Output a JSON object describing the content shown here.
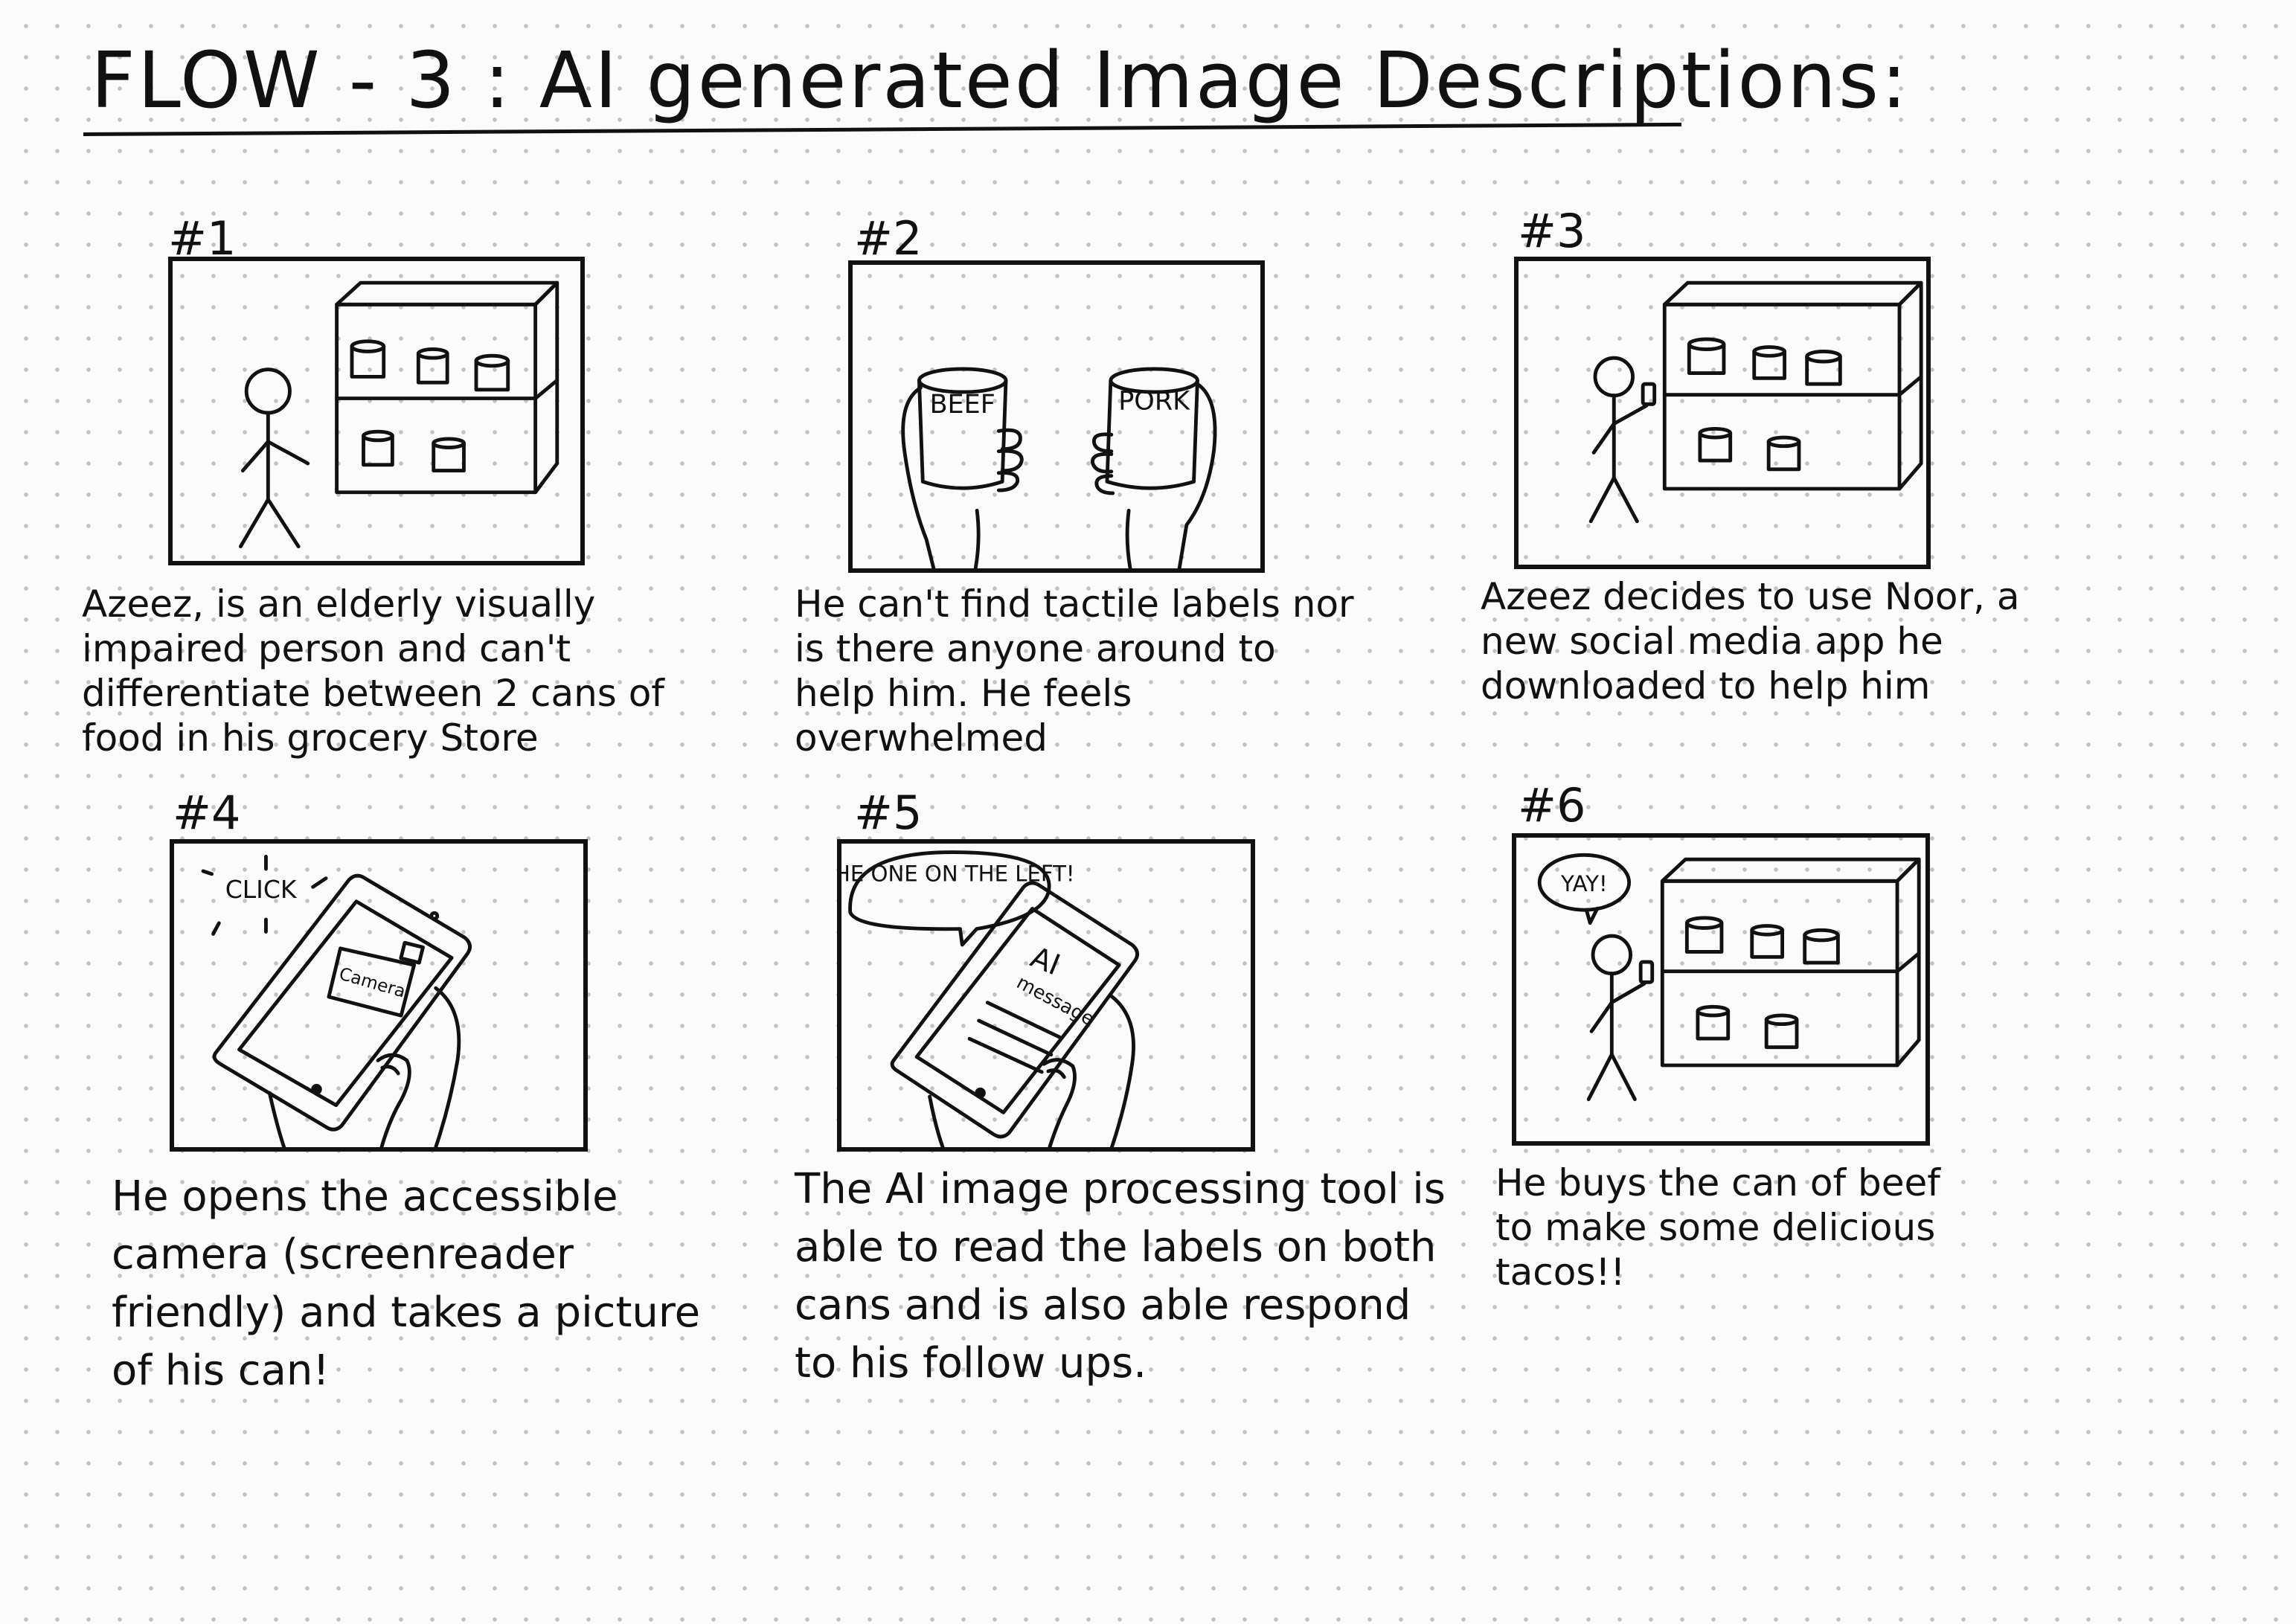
{
  "title": "FLOW - 3 : AI generated Image Descriptions:",
  "panels": [
    {
      "number": "#1",
      "caption": "Azeez, is an elderly visually impaired person and can't differentiate between 2 cans of food in his grocery Store"
    },
    {
      "number": "#2",
      "labels": [
        "BEEF",
        "PORK"
      ],
      "caption": "He can't find tactile labels nor is there anyone around to help him. He feels overwhelmed"
    },
    {
      "number": "#3",
      "caption": "Azeez decides to use Noor, a new social media app he downloaded to help him"
    },
    {
      "number": "#4",
      "sound": "CLICK",
      "screen_label": "Camera",
      "caption": "He opens the accessible camera (screenreader friendly) and takes a picture of his can!"
    },
    {
      "number": "#5",
      "speech": "THE ONE ON THE LEFT!",
      "screen_label_1": "AI",
      "screen_label_2": "message",
      "caption": "The AI image processing tool is able to read the labels on both cans and is also able respond to his follow ups."
    },
    {
      "number": "#6",
      "speech": "YAY!",
      "caption": "He buys the can of beef to make some delicious tacos!!"
    }
  ]
}
